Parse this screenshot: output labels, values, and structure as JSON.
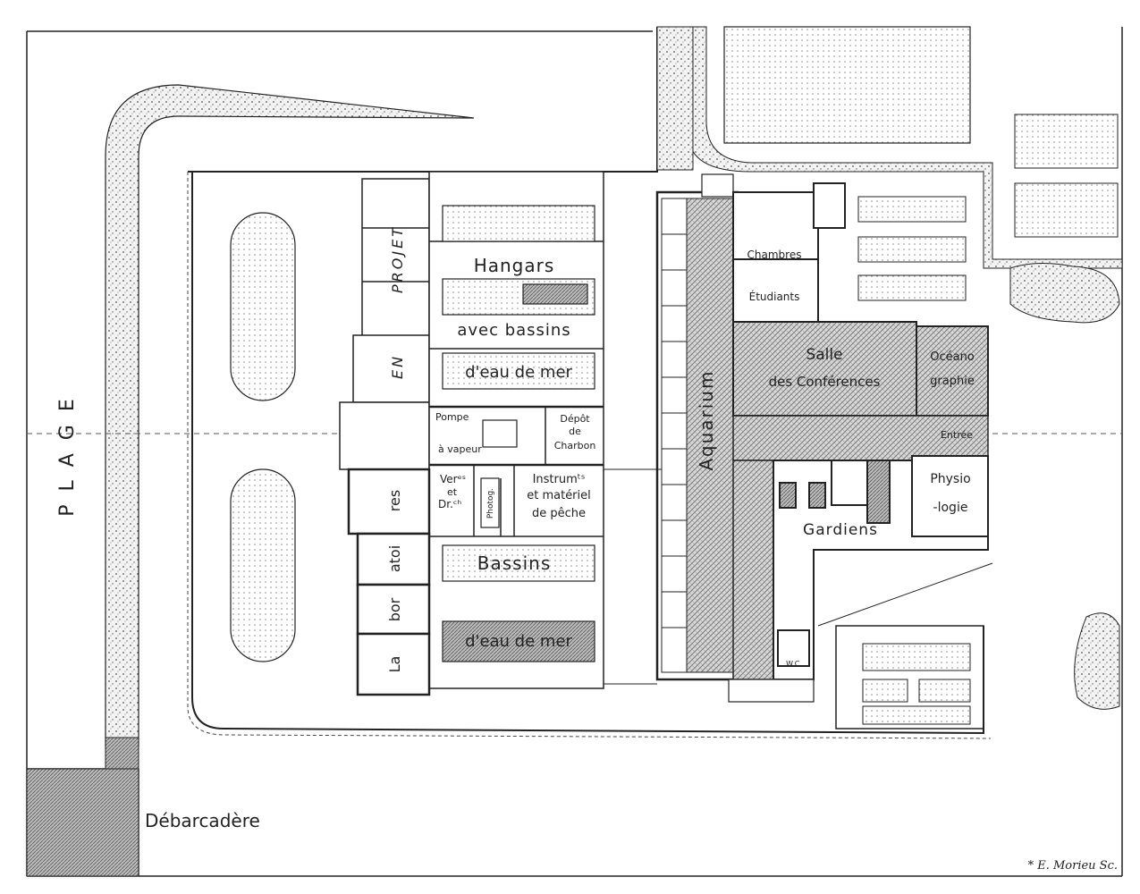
{
  "labels": {
    "plage": "P L A G E",
    "debarcadere": "Débarcadère",
    "projet": "PROJET",
    "en": "EN",
    "hangars": "Hangars",
    "avec_bassins": "avec bassins",
    "eau_de_mer_1": "d'eau de mer",
    "pompe_1": "Pompe",
    "pompe_2": "à vapeur",
    "depot_1": "Dépôt",
    "depot_2": "de",
    "depot_3": "Charbon",
    "ver_1": "Verᵉˢ",
    "ver_2": "et",
    "ver_3": "Dr.ᶜʰ",
    "phot": "Photog.",
    "instrum_1": "Instrumᵗˢ",
    "instrum_2": "et matériel",
    "instrum_3": "de pêche",
    "bassins": "Bassins",
    "eau_de_mer_2": "d'eau de mer",
    "lab_1": "La",
    "lab_2": "bor",
    "lab_3": "atoi",
    "lab_4": "res",
    "aquarium": "Aquarium",
    "chambres": "Chambres",
    "etudiants": "Étudiants",
    "salle": "Salle",
    "conferences": "des Conférences",
    "oceano_1": "Océano",
    "oceano_2": "graphie",
    "entree": "Entrée",
    "physio_1": "Physio",
    "physio_2": "-logie",
    "gardiens": "Gardiens",
    "wc": "W.C.",
    "signature": "* E. Morieu Sc."
  },
  "colors": {
    "ink": "#222222",
    "paper": "#ffffff",
    "hatch": "#7a7a7a",
    "dots": "#9a9a9a"
  }
}
